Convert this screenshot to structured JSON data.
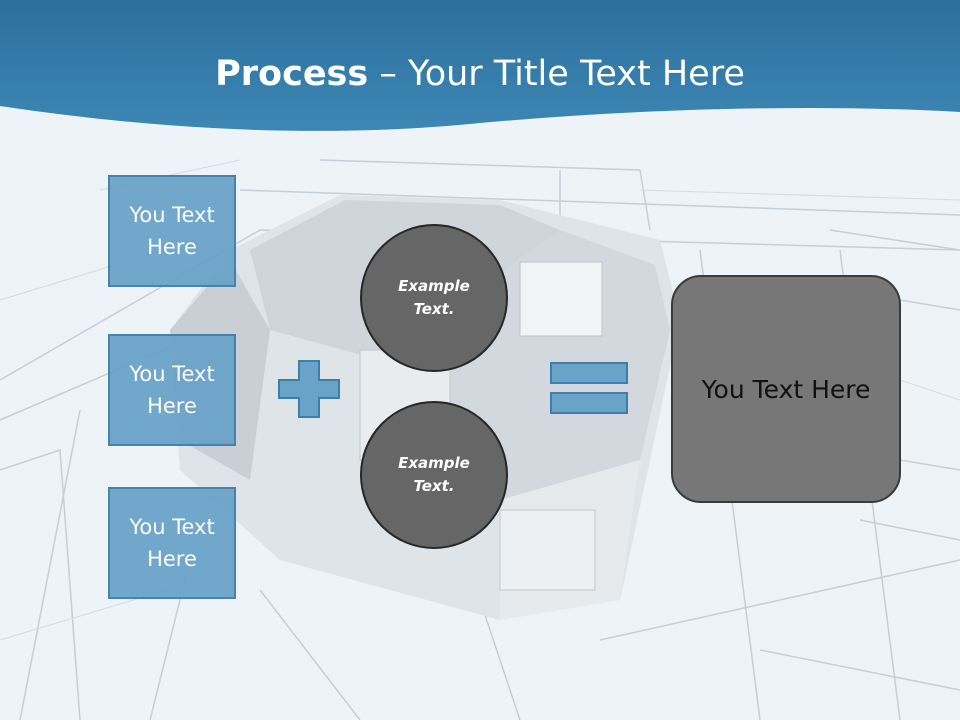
{
  "slide": {
    "title_bold": "Process",
    "title_rest": " – Your Title Text Here",
    "left_boxes": [
      "You Text Here",
      "You Text Here",
      "You Text Here"
    ],
    "circles": [
      "Example Text.",
      "Example Text."
    ],
    "result_box": "You Text Here"
  },
  "colors": {
    "header": "#2f74a0",
    "box_fill": "#6aa3c8",
    "box_border": "#3f7ea8",
    "circle_fill": "#666666",
    "result_fill": "#777777"
  },
  "icons": [
    "plus-icon",
    "equals-icon"
  ]
}
